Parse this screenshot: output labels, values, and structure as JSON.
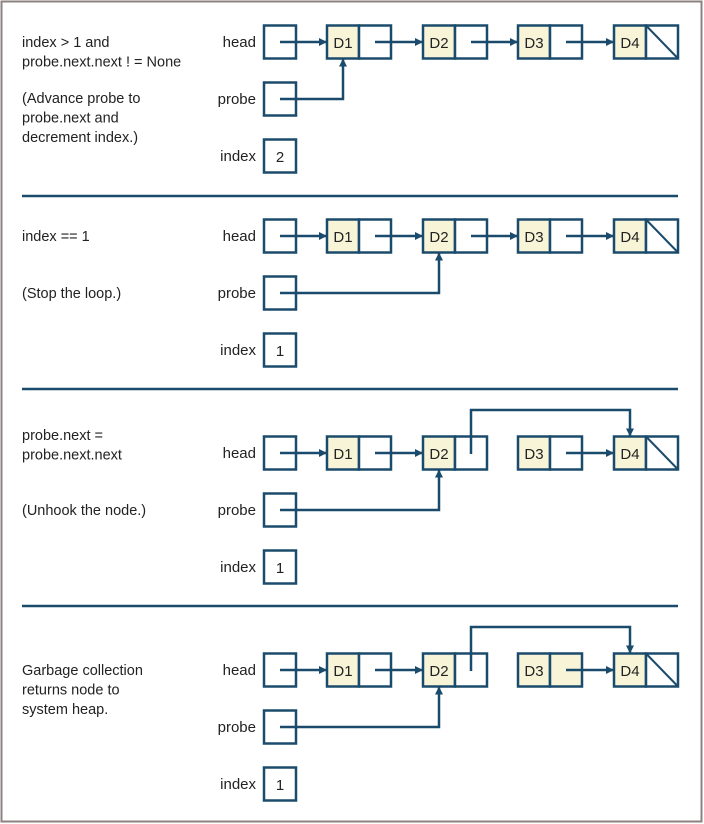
{
  "colors": {
    "stroke": "#1b4b6c",
    "node_fill": "#f7f4d8",
    "border": "#8c8282",
    "text": "#222222"
  },
  "labels": {
    "head": "head",
    "probe": "probe",
    "index": "index"
  },
  "nodes": [
    "D1",
    "D2",
    "D3",
    "D4"
  ],
  "panels": [
    {
      "condition": [
        "index > 1 and",
        "probe.next.next ! = None"
      ],
      "note": [
        "(Advance probe to",
        "probe.next and",
        "decrement index.)"
      ],
      "index_value": "2",
      "probe_target": "D1",
      "d2_next": "D3",
      "d3_garbage": false
    },
    {
      "condition": [
        "index == 1"
      ],
      "note": [
        "(Stop the loop.)"
      ],
      "index_value": "1",
      "probe_target": "D2",
      "d2_next": "D3",
      "d3_garbage": false
    },
    {
      "condition": [
        "probe.next =",
        "probe.next.next"
      ],
      "note": [
        "(Unhook the node.)"
      ],
      "index_value": "1",
      "probe_target": "D2",
      "d2_next": "D4",
      "d3_garbage": false
    },
    {
      "condition": [
        "Garbage collection",
        "returns node to",
        "system heap."
      ],
      "note": [],
      "index_value": "1",
      "probe_target": "D2",
      "d2_next": "D4",
      "d3_garbage": true
    }
  ]
}
